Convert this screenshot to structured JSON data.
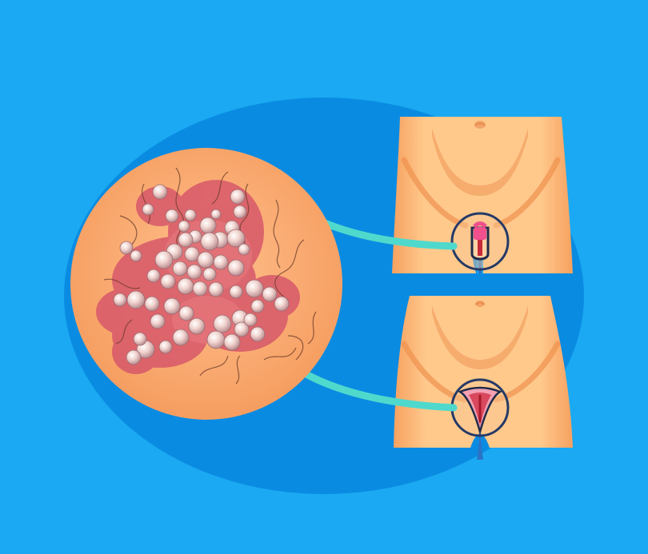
{
  "colors": {
    "background": "#1aa9f2",
    "ellipse": "#0a8be2",
    "skin_light": "#ffc98c",
    "skin_mid": "#ffb070",
    "skin_shadow": "#f08a4a",
    "rash": "#d7586a",
    "blister": "#f3d9d4",
    "arrow": "#4fd9cc",
    "ring": "#253a66",
    "pink": "#f0508c",
    "red": "#c62a3a"
  },
  "icons": {
    "magnified_skin": "herpes-rash-closeup-icon",
    "male_torso": "male-pelvis-icon",
    "female_torso": "female-pelvis-icon",
    "arrow": "curved-arrow-icon",
    "focus_ring": "focus-circle-icon"
  },
  "blisters": [
    [
      297,
      246,
      9
    ],
    [
      300,
      265,
      8
    ],
    [
      290,
      285,
      9
    ],
    [
      275,
      300,
      10
    ],
    [
      295,
      298,
      11
    ],
    [
      260,
      282,
      10
    ],
    [
      262,
      302,
      11
    ],
    [
      244,
      296,
      8
    ],
    [
      230,
      283,
      7
    ],
    [
      232,
      300,
      9
    ],
    [
      218,
      315,
      10
    ],
    [
      240,
      318,
      9
    ],
    [
      257,
      325,
      10
    ],
    [
      276,
      328,
      9
    ],
    [
      295,
      335,
      10
    ],
    [
      262,
      343,
      8
    ],
    [
      243,
      340,
      9
    ],
    [
      225,
      336,
      9
    ],
    [
      205,
      325,
      11
    ],
    [
      192,
      345,
      8
    ],
    [
      210,
      352,
      9
    ],
    [
      232,
      358,
      10
    ],
    [
      250,
      361,
      9
    ],
    [
      270,
      362,
      9
    ],
    [
      295,
      365,
      8
    ],
    [
      318,
      361,
      11
    ],
    [
      337,
      368,
      9
    ],
    [
      352,
      380,
      9
    ],
    [
      322,
      383,
      8
    ],
    [
      300,
      398,
      10
    ],
    [
      278,
      405,
      11
    ],
    [
      270,
      425,
      11
    ],
    [
      290,
      428,
      10
    ],
    [
      302,
      412,
      9
    ],
    [
      322,
      418,
      9
    ],
    [
      215,
      383,
      10
    ],
    [
      233,
      392,
      9
    ],
    [
      246,
      408,
      10
    ],
    [
      226,
      422,
      10
    ],
    [
      207,
      434,
      8
    ],
    [
      182,
      437,
      11
    ],
    [
      167,
      447,
      9
    ],
    [
      175,
      424,
      8
    ],
    [
      197,
      402,
      9
    ],
    [
      190,
      380,
      9
    ],
    [
      170,
      375,
      11
    ],
    [
      150,
      375,
      8
    ],
    [
      158,
      310,
      8
    ],
    [
      170,
      320,
      7
    ],
    [
      200,
      240,
      9
    ],
    [
      215,
      270,
      8
    ],
    [
      185,
      262,
      7
    ],
    [
      313,
      400,
      8
    ],
    [
      238,
      269,
      7
    ],
    [
      270,
      268,
      6
    ],
    [
      305,
      312,
      7
    ]
  ]
}
